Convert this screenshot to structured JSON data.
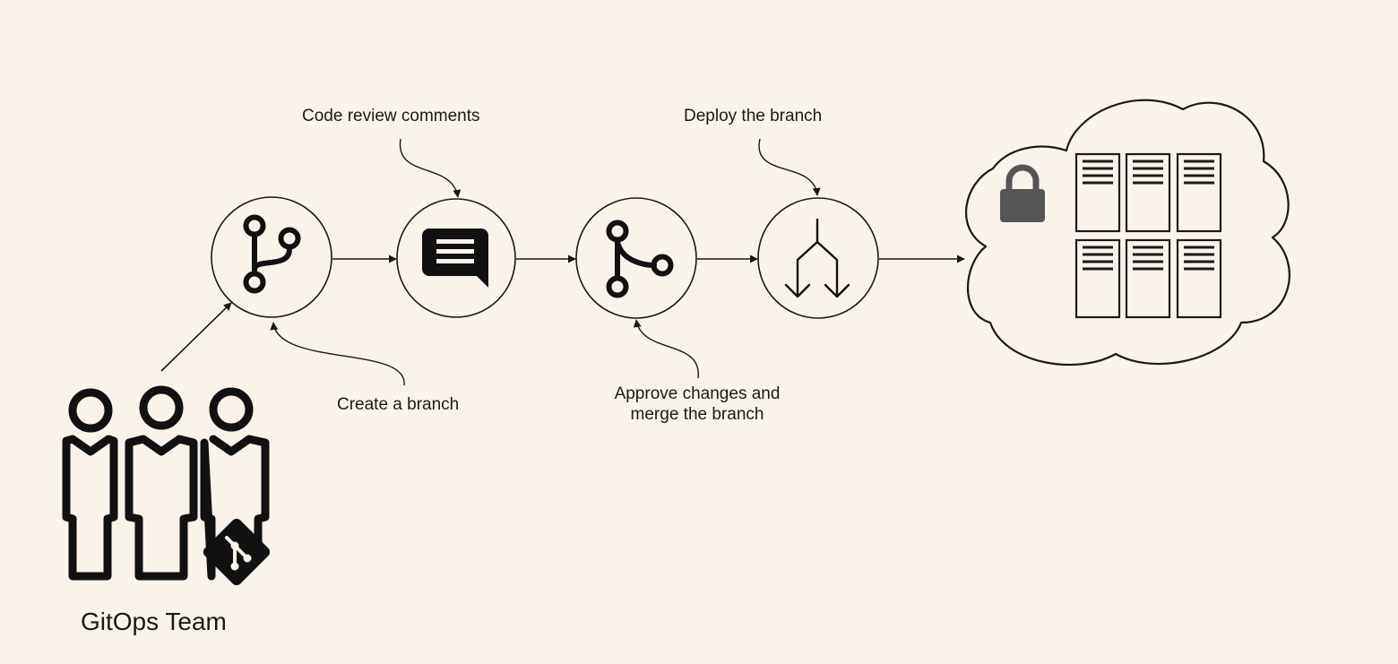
{
  "labels": {
    "code_review": "Code review comments",
    "deploy": "Deploy the branch",
    "create_branch": "Create a branch",
    "approve_line1": "Approve changes and",
    "approve_line2": "merge the branch",
    "team": "GitOps Team"
  },
  "icons": {
    "step1": "git-branch-icon",
    "step2": "comment-icon",
    "step3": "git-merge-icon",
    "step4": "deploy-split-icon",
    "cloud": "cloud-icon",
    "lock": "lock-icon",
    "servers": "server-rack-icon",
    "team": "team-people-icon",
    "git_logo": "git-logo-icon"
  },
  "colors": {
    "background": "#faf3ea",
    "stroke": "#1a1a1a",
    "lock": "#555555"
  }
}
